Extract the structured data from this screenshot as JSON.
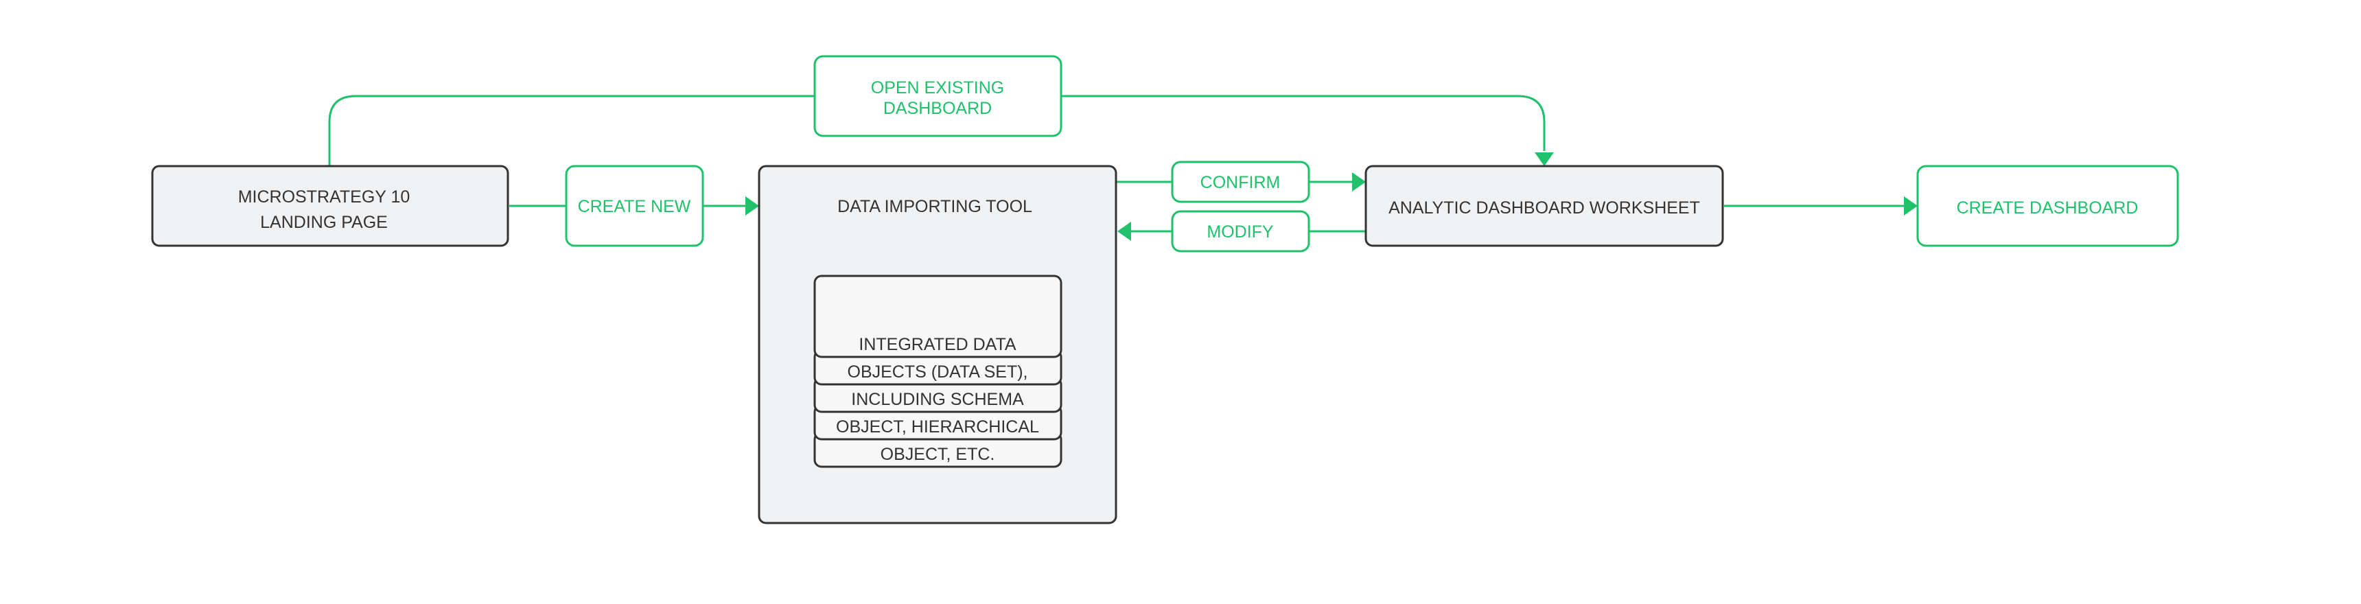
{
  "colors": {
    "accent": "#1fc16b",
    "node_fill": "#f0f1f3",
    "node_border": "#333333",
    "text": "#333333"
  },
  "nodes": {
    "landing_page": {
      "line1": "MICROSTRATEGY 10",
      "line2": "LANDING PAGE"
    },
    "open_existing": {
      "line1": "OPEN EXISTING",
      "line2": "DASHBOARD"
    },
    "create_new": {
      "label": "CREATE NEW"
    },
    "data_importing_tool": {
      "title": "DATA IMPORTING TOOL",
      "stack_lines": [
        "INTEGRATED DATA",
        "OBJECTS (DATA SET),",
        "INCLUDING SCHEMA",
        "OBJECT, HIERARCHICAL",
        "OBJECT, ETC."
      ]
    },
    "confirm": {
      "label": "CONFIRM"
    },
    "modify": {
      "label": "MODIFY"
    },
    "analytic_worksheet": {
      "label": "ANALYTIC DASHBOARD WORKSHEET"
    },
    "create_dashboard": {
      "label": "CREATE DASHBOARD"
    }
  }
}
